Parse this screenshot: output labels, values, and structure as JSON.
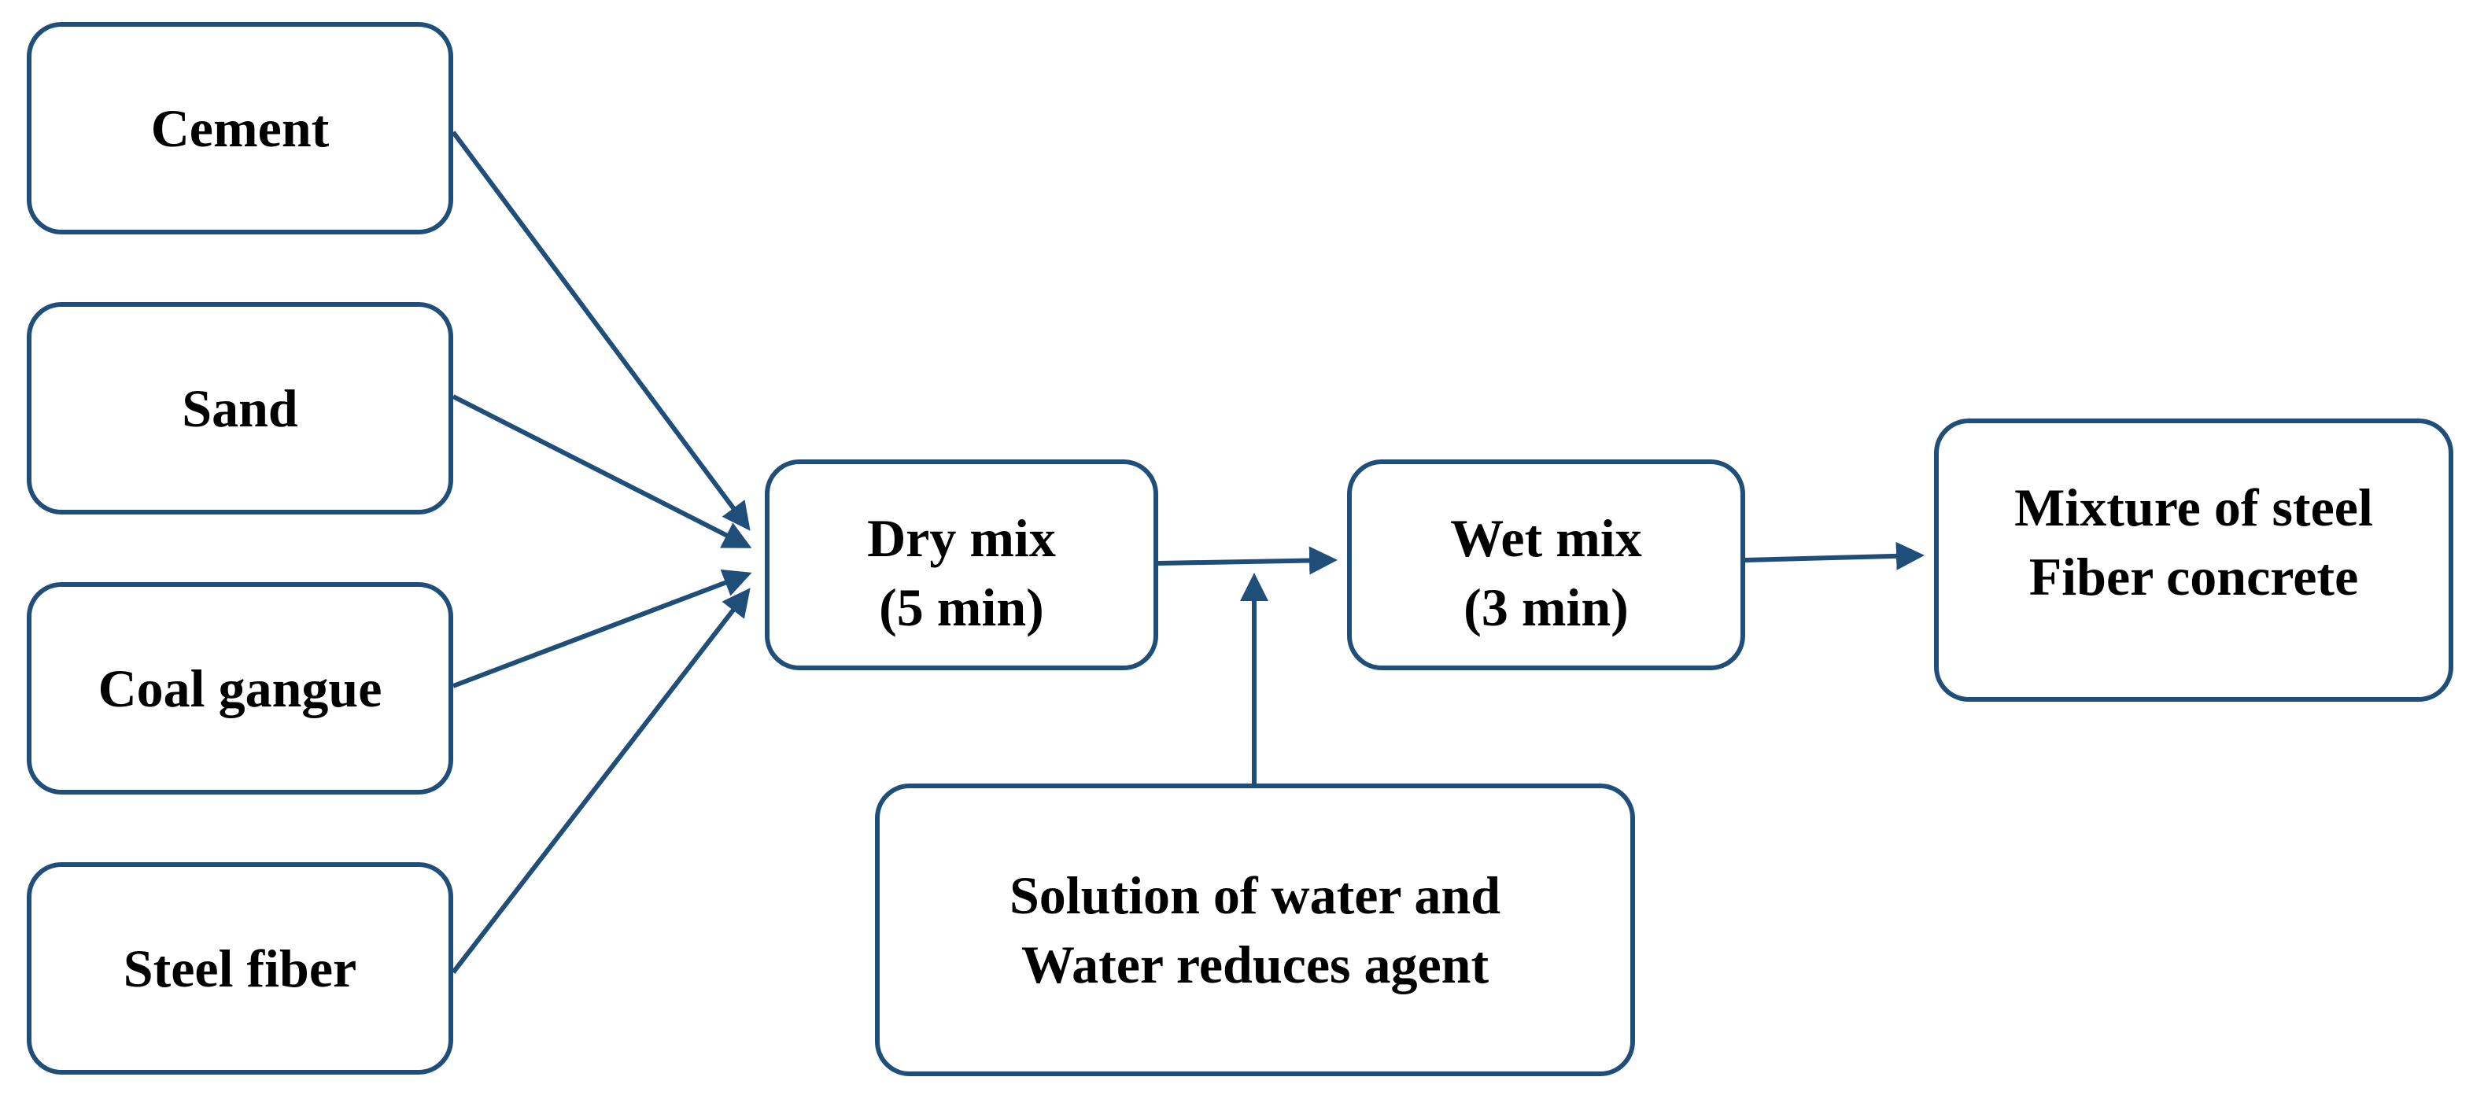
{
  "inputs": {
    "cement": "Cement",
    "sand": "Sand",
    "coal_gangue": "Coal gangue",
    "steel_fiber": "Steel fiber"
  },
  "steps": {
    "dry_mix": "Dry mix\n  (5 min)",
    "wet_mix": "Wet mix\n  (3 min)",
    "mixture": "Mixture of steel\nFiber concrete"
  },
  "additive": {
    "solution": "Solution of water and\nWater reduces agent"
  },
  "colors": {
    "box_border": "#1f4e79",
    "arrow": "#1f4e79",
    "text": "#000000",
    "background": "#ffffff"
  }
}
